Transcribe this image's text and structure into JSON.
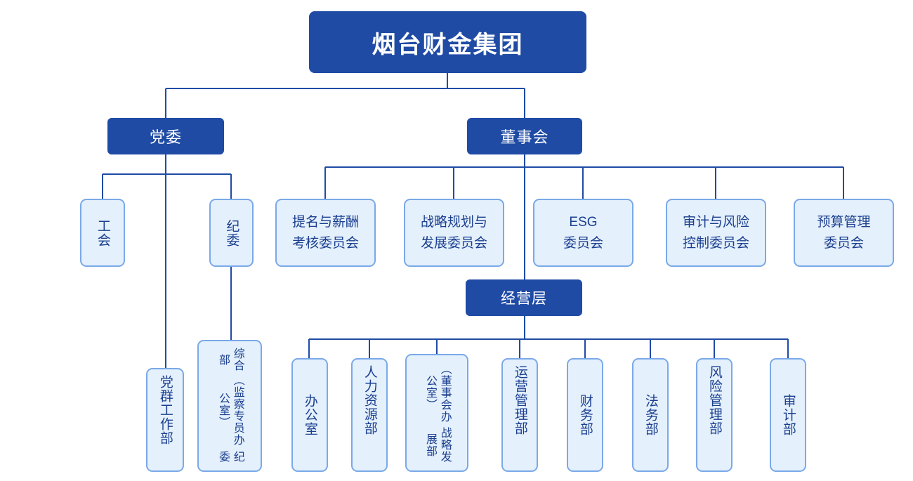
{
  "diagram": {
    "type": "organization-chart",
    "colors": {
      "primary_fill": "#1f4ba5",
      "primary_text": "#ffffff",
      "secondary_fill": "#e4f0fc",
      "secondary_border": "#7aa9e8",
      "secondary_text": "#1b3f8f",
      "connector": "#1f4ba5",
      "background": "#ffffff"
    },
    "root": {
      "label": "烟台财金集团"
    },
    "level2": [
      {
        "label": "党委"
      },
      {
        "label": "董事会"
      }
    ],
    "party_children": [
      {
        "label": "工会"
      },
      {
        "label": "纪委"
      }
    ],
    "committees": [
      {
        "line1": "提名与薪酬",
        "line2": "考核委员会"
      },
      {
        "line1": "战略规划与",
        "line2": "发展委员会"
      },
      {
        "line1": "ESG",
        "line2": "委员会"
      },
      {
        "line1": "审计与风险",
        "line2": "控制委员会"
      },
      {
        "line1": "预算管理",
        "line2": "委员会"
      }
    ],
    "management": {
      "label": "经营层"
    },
    "party_departments": [
      {
        "label": "党群工作部",
        "columns": null
      },
      {
        "label": "综合部（监察专员办公室）纪委",
        "columns": [
          "综合部",
          "（监察专员办公室）",
          "纪委"
        ]
      }
    ],
    "departments": [
      {
        "label": "办公室",
        "columns": null
      },
      {
        "label": "人力资源部",
        "columns": null
      },
      {
        "label": "战略发展部（董事会办公室）",
        "columns": [
          "（董事会办公室）",
          "战略发展部"
        ]
      },
      {
        "label": "运营管理部",
        "columns": null
      },
      {
        "label": "财务部",
        "columns": null
      },
      {
        "label": "法务部",
        "columns": null
      },
      {
        "label": "风险管理部",
        "columns": null
      },
      {
        "label": "审计部",
        "columns": null
      }
    ]
  }
}
